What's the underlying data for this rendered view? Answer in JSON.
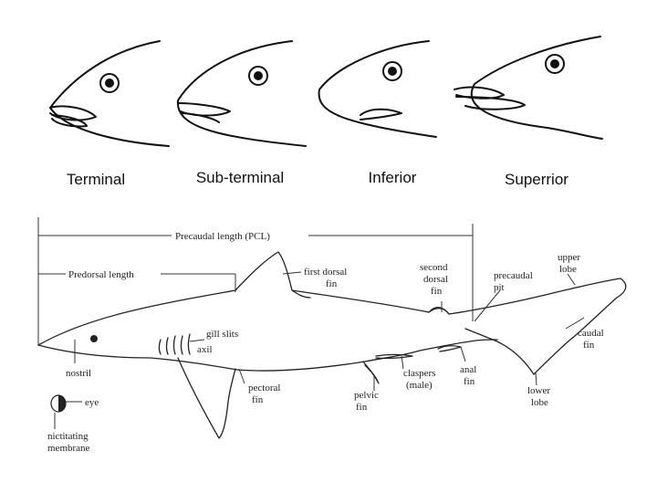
{
  "mouth_types": [
    "Terminal",
    "Sub-terminal",
    "Inferior",
    "Superrior"
  ],
  "labels": {
    "precaudal_length": "Precaudal length (PCL)",
    "predorsal_length": "Predorsal length",
    "first_dorsal_fin": [
      "first dorsal",
      "fin"
    ],
    "second_dorsal_fin": [
      "second",
      "dorsal",
      "fin"
    ],
    "precaudal_pit": [
      "precaudal",
      "pit"
    ],
    "upper_lobe": [
      "upper",
      "lobe"
    ],
    "caudal_fin": [
      "caudal",
      "fin"
    ],
    "gill_slits": "gill slits",
    "axil": "axil",
    "nostril": "nostril",
    "eye": "eye",
    "nictitating_membrane": [
      "nictitating",
      "membrane"
    ],
    "pectoral_fin": [
      "pectoral",
      "fin"
    ],
    "pelvic_fin": [
      "pelvic",
      "fin"
    ],
    "claspers": [
      "claspers",
      "(male)"
    ],
    "anal_fin": [
      "anal",
      "fin"
    ],
    "lower_lobe": [
      "lower",
      "lobe"
    ]
  }
}
